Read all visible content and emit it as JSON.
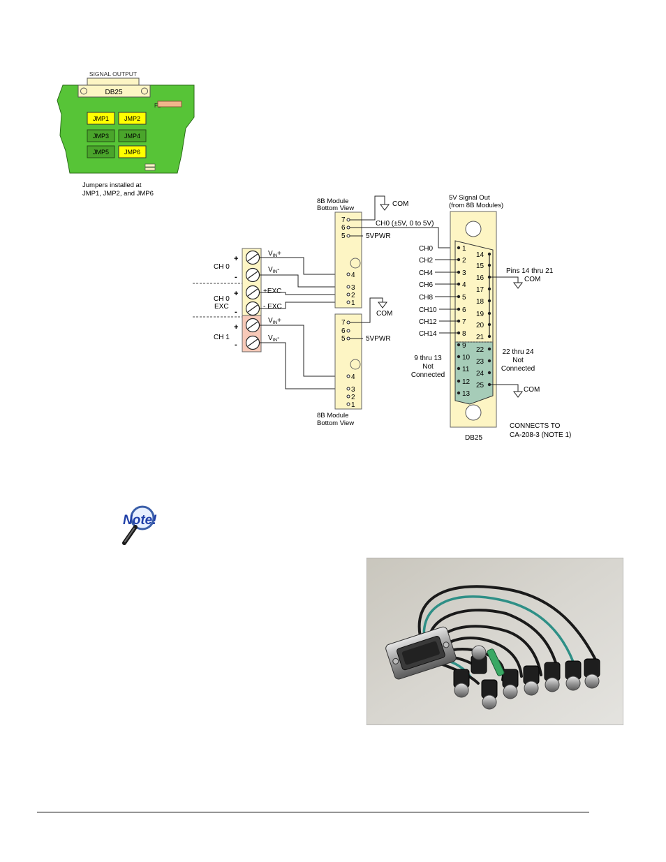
{
  "jumper_board": {
    "signal_output": "SIGNAL OUTPUT",
    "connector": "DB25",
    "fuse": "F1",
    "jumpers": [
      "JMP1",
      "JMP2",
      "JMP3",
      "JMP4",
      "JMP5",
      "JMP6"
    ],
    "caption_line1": "Jumpers installed at",
    "caption_line2": "JMP1, JMP2, and JMP6",
    "colors": {
      "board": "#57c437",
      "installed": "#ffff00",
      "not_installed": "#4aa52b"
    }
  },
  "wiring": {
    "module_top_label1": "8B Module",
    "module_top_label2": "Bottom View",
    "module_bottom_label1": "8B Module",
    "module_bottom_label2": "Bottom View",
    "com": "COM",
    "ch0_out": "CH0 (±5V, 0 to 5V)",
    "vpwr": "5VPWR",
    "vin_plus": "V",
    "vin_plus_sub": "IN",
    "vin_plus_sign": "+",
    "vin_minus": "V",
    "vin_minus_sub": "IN",
    "vin_minus_sign": "-",
    "exc_plus": "+EXC",
    "exc_minus": "- EXC",
    "ch0": "CH 0",
    "ch0_exc1": "CH 0",
    "ch0_exc2": "EXC",
    "ch1": "CH 1",
    "plus": "+",
    "minus": "-",
    "mod_pins_top": [
      "7",
      "6",
      "5",
      "4",
      "3",
      "2",
      "1"
    ],
    "mod_pins_bottom": [
      "7",
      "6",
      "5",
      "4",
      "3",
      "2",
      "1"
    ],
    "db25_title1": "5V Signal Out",
    "db25_title2": "(from 8B Modules)",
    "db25_left_channels": [
      "CH0",
      "CH2",
      "CH4",
      "CH6",
      "CH8",
      "CH10",
      "CH12",
      "CH14"
    ],
    "db25_left_pins": [
      "1",
      "2",
      "3",
      "4",
      "5",
      "6",
      "7",
      "8"
    ],
    "db25_right_pins": [
      "14",
      "15",
      "16",
      "17",
      "18",
      "19",
      "20",
      "21"
    ],
    "db25_lower_left_pins": [
      "9",
      "10",
      "11",
      "12",
      "13"
    ],
    "db25_lower_right_pins": [
      "22",
      "23",
      "24",
      "25"
    ],
    "pins14_21": "Pins 14 thru 21",
    "nc_left": [
      "9 thru 13",
      "Not",
      "Connected"
    ],
    "nc_right": [
      "22 thru 24",
      "Not",
      "Connected"
    ],
    "db25": "DB25",
    "connects1": "CONNECTS TO",
    "connects2": "CA-208-3 (NOTE 1)",
    "colors": {
      "module": "#fdf5c4",
      "terminal_top": "#fdf5c4",
      "terminal_bottom": "#f7c9b8",
      "db25_shell": "#fdf5c4",
      "db25_unused": "#a6ccb8"
    }
  },
  "note_icon": {
    "label": "Note!"
  }
}
